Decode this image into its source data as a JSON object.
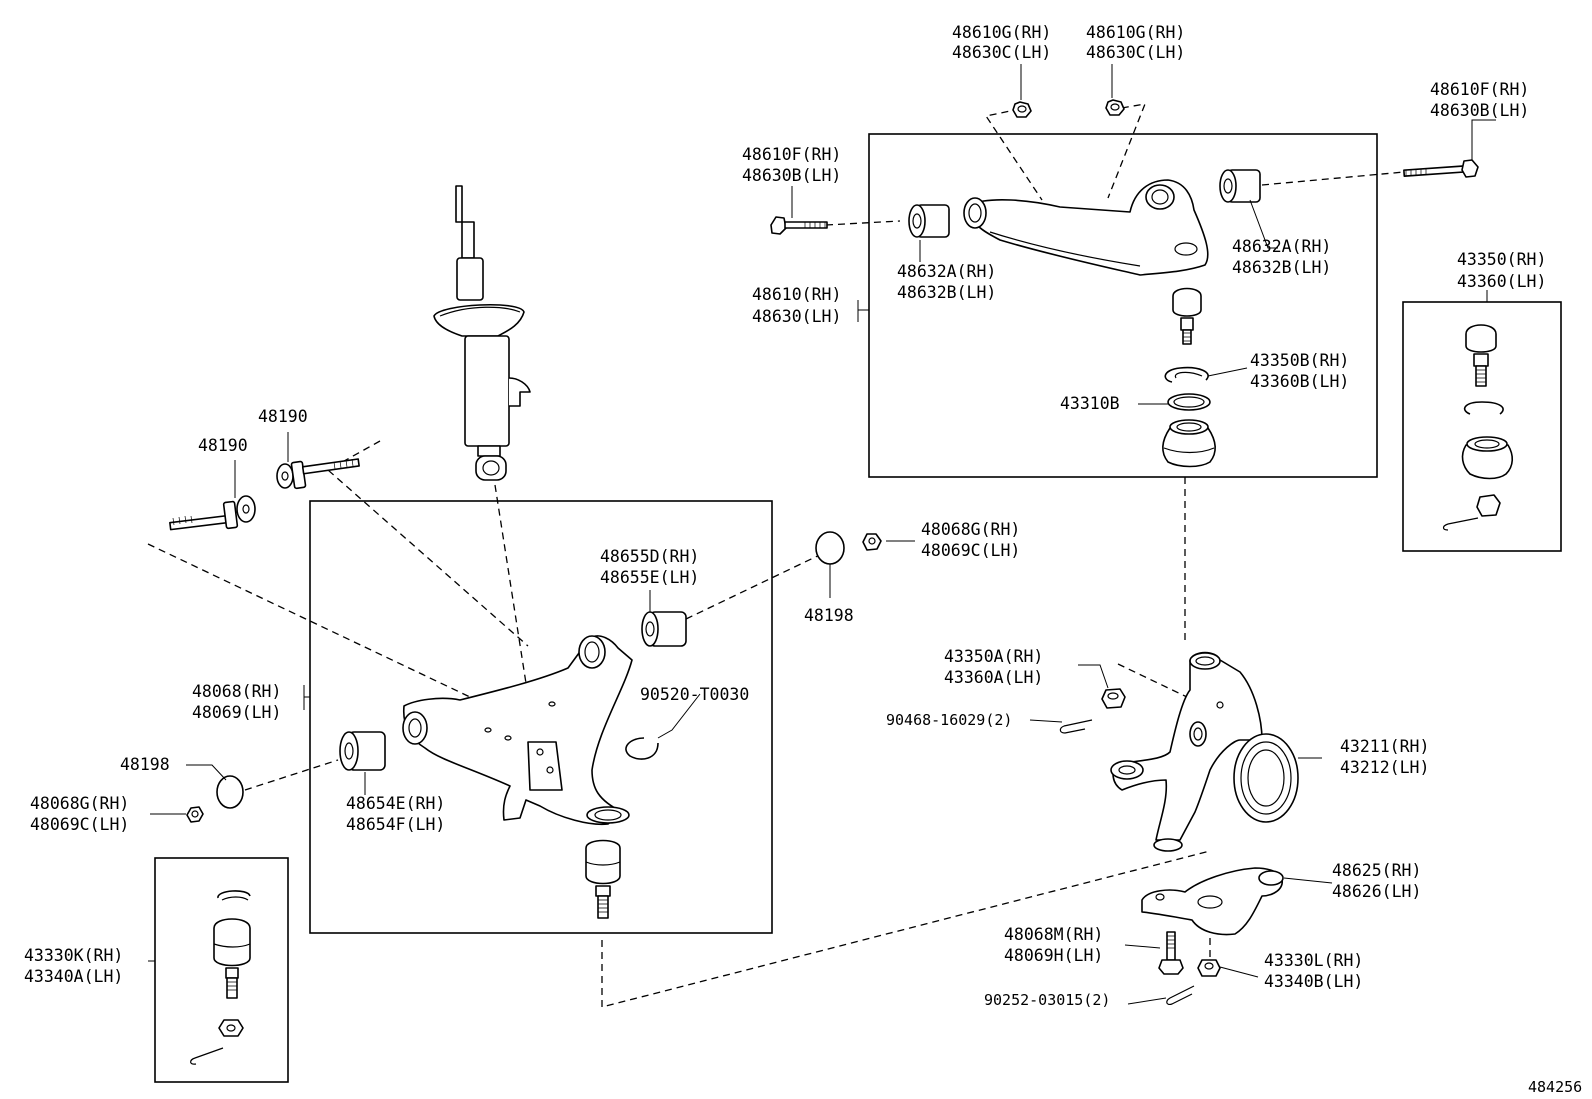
{
  "figure_number": "484256",
  "labels": {
    "nut_upper_arm_a": [
      "48610G(RH)",
      "48630C(LH)"
    ],
    "nut_upper_arm_b": [
      "48610G(RH)",
      "48630C(LH)"
    ],
    "bolt_upper_arm_right": [
      "48610F(RH)",
      "48630B(LH)"
    ],
    "bolt_upper_arm_left": [
      "48610F(RH)",
      "48630B(LH)"
    ],
    "bushing_upper_front": [
      "48632A(RH)",
      "48632B(LH)"
    ],
    "bushing_upper_rear": [
      "48632A(RH)",
      "48632B(LH)"
    ],
    "upper_arm": [
      "48610(RH)",
      "48630(LH)"
    ],
    "ball_joint_upper_clip": [
      "43350B(RH)",
      "43360B(LH)"
    ],
    "ball_joint_upper_ring": [
      "43310B"
    ],
    "ball_joint_upper_assy": [
      "43350(RH)",
      "43360(LH)"
    ],
    "cam_bolt_a": [
      "48190"
    ],
    "cam_bolt_b": [
      "48190"
    ],
    "lower_arm_bush_rear": [
      "48655D(RH)",
      "48655E(LH)"
    ],
    "nut_cam_right": [
      "48068G(RH)",
      "48069C(LH)"
    ],
    "cam_plate_right": [
      "48198"
    ],
    "lower_arm": [
      "48068(RH)",
      "48069(LH)"
    ],
    "snap_ring": [
      "90520-T0030"
    ],
    "cam_plate_left": [
      "48198"
    ],
    "nut_cam_left": [
      "48068G(RH)",
      "48069C(LH)"
    ],
    "lower_arm_bush_front": [
      "48654E(RH)",
      "48654F(LH)"
    ],
    "ball_joint_lower_assy": [
      "43330K(RH)",
      "43340A(LH)"
    ],
    "castle_nut_upper": [
      "43350A(RH)",
      "43360A(LH)"
    ],
    "cotter_pin_upper": [
      "90468-16029(2)"
    ],
    "steering_knuckle": [
      "43211(RH)",
      "43212(LH)"
    ],
    "knuckle_arm": [
      "48625(RH)",
      "48626(LH)"
    ],
    "knuckle_arm_bolt": [
      "48068M(RH)",
      "48069H(LH)"
    ],
    "castle_nut_lower": [
      "43330L(RH)",
      "43340B(LH)"
    ],
    "cotter_pin_lower": [
      "90252-03015(2)"
    ]
  }
}
